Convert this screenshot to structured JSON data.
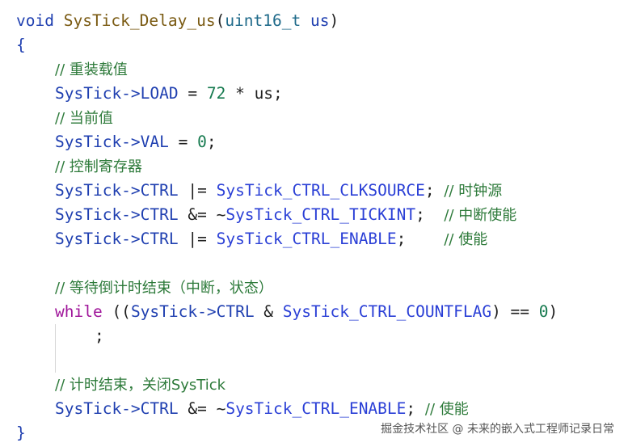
{
  "code": {
    "sig_void": "void",
    "sig_name": "SysTick_Delay_us",
    "sig_open": "(",
    "sig_type": "uint16_t",
    "sig_param": " us",
    "sig_close": ")",
    "brace_open": "{",
    "c1": "// 重装载值",
    "l2_obj": "SysTick->LOAD",
    "l2_op": " = ",
    "l2_num": "72",
    "l2_rest": " * us;",
    "c3": "// 当前值",
    "l4_obj": "SysTick->VAL",
    "l4_op": " = ",
    "l4_num": "0",
    "l4_semi": ";",
    "c5": "// 控制寄存器",
    "l6_obj": "SysTick->CTRL",
    "l6_op": " |= ",
    "l6_mac": "SysTick_CTRL_CLKSOURCE",
    "l6_semi": "; ",
    "l6_cmt": "// 时钟源",
    "l7_obj": "SysTick->CTRL",
    "l7_op": " &= ~",
    "l7_mac": "SysTick_CTRL_TICKINT",
    "l7_semi": ";  ",
    "l7_cmt": "// 中断使能",
    "l8_obj": "SysTick->CTRL",
    "l8_op": " |= ",
    "l8_mac": "SysTick_CTRL_ENABLE",
    "l8_semi": ";    ",
    "l8_cmt": "// 使能",
    "c10": "// 等待倒计时结束（中断，状态）",
    "l11_kw": "while",
    "l11_open": " ((",
    "l11_obj": "SysTick->CTRL",
    "l11_op": " & ",
    "l11_mac": "SysTick_CTRL_COUNTFLAG",
    "l11_mid": ") == ",
    "l11_num": "0",
    "l11_close": ")",
    "l12": ";",
    "c14": "// 计时结束，关闭SysTick",
    "l15_obj": "SysTick->CTRL",
    "l15_op": " &= ~",
    "l15_mac": "SysTick_CTRL_ENABLE",
    "l15_semi": "; ",
    "l15_cmt": "// 使能",
    "brace_close": "}"
  },
  "watermark": "掘金技术社区 @ 未来的嵌入式工程师记录日常",
  "colors": {
    "keyword": "#1f3fb0",
    "identifier": "#1f3fb0",
    "function": "#7a5a12",
    "number": "#167a4f",
    "comment": "#2d7a3a",
    "control_keyword": "#a0169a"
  }
}
